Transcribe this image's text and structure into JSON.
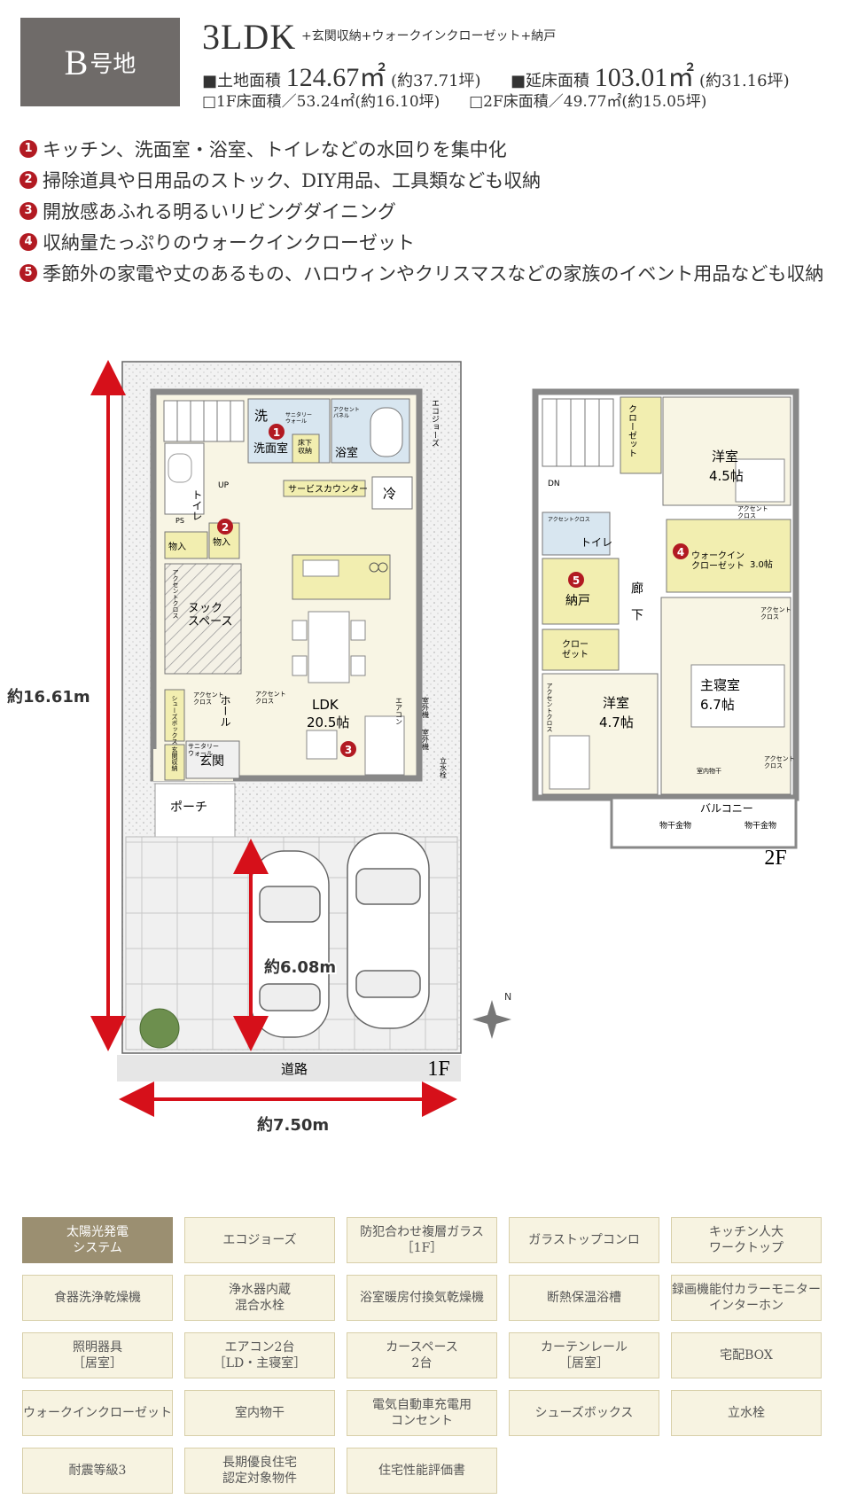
{
  "header": {
    "lot_label": "B",
    "lot_suffix": "号地",
    "plan_type": "3LDK",
    "plan_extra": "+玄関収納+ウォークインクローゼット+納戸",
    "land_label": "■土地面積",
    "land_value": "124.67㎡",
    "land_tsubo": "(約37.71坪)",
    "floor_label": "■延床面積",
    "floor_value": "103.01㎡",
    "floor_tsubo": "(約31.16坪)",
    "f1_area": "□1F床面積／53.24㎡(約16.10坪)",
    "f2_area": "□2F床面積／49.77㎡(約15.05坪)"
  },
  "features": [
    {
      "num": "1",
      "text": "キッチン、洗面室・浴室、トイレなどの水回りを集中化"
    },
    {
      "num": "2",
      "text": "掃除道具や日用品のストック、DIY用品、工具類なども収納"
    },
    {
      "num": "3",
      "text": "開放感あふれる明るいリビングダイニング"
    },
    {
      "num": "4",
      "text": "収納量たっぷりのウォークインクローゼット"
    },
    {
      "num": "5",
      "text": "季節外の家電や丈のあるもの、ハロウィンやクリスマスなどの家族のイベント用品なども収納"
    }
  ],
  "plan1f": {
    "depth": "約16.61m",
    "width": "約7.50m",
    "parking": "約6.08m",
    "road": "道路",
    "floor": "1F",
    "rooms": {
      "wash_mark": "洗",
      "senmen": "洗面室",
      "yokushitsu": "浴室",
      "yukashita": "床下\n収納",
      "sanitary": "サニタリー\nウォール",
      "accent_panel": "アクセント\nパネル",
      "ecojoz": "エコジョーズ",
      "service_counter": "サービスカウンター",
      "fridge": "冷",
      "toilet": "トイレ",
      "up": "UP",
      "ps": "PS",
      "monoire1": "物入",
      "monoire2": "物入",
      "nook": "ヌック\nスペース",
      "accent_cross1": "アクセントクロス",
      "ldk": "LDK",
      "ldk_size": "20.5帖",
      "accent_cross2": "アクセント\nクロス",
      "accent_cross3": "アクセント\nクロス",
      "hall": "ホール",
      "shoes_box": "シューズボックス",
      "sanitary2": "サニタリー\nウォール",
      "genkan_storage": "玄関収納",
      "genkan": "玄関",
      "porch": "ポーチ",
      "aircon": "エアコン",
      "outdoor1": "室外機",
      "outdoor2": "室外機",
      "tachisuisen": "立水栓"
    },
    "markers": [
      "1",
      "2",
      "3"
    ]
  },
  "plan2f": {
    "floor": "2F",
    "rooms": {
      "closet1": "クローゼット",
      "youshitsu1": "洋室",
      "youshitsu1_size": "4.5帖",
      "accent_cross1": "アクセント\nクロス",
      "dn": "DN",
      "toilet": "トイレ",
      "accent_cross_t": "アクセントクロス",
      "wic": "ウォークイン\nクローゼット",
      "wic_size": "3.0帖",
      "nando": "納戸",
      "rouka": "廊\n下",
      "closet2": "クロー\nゼット",
      "accent_cross2": "アクセント\nクロス",
      "shushinshitsu": "主寝室",
      "shushinshitsu_size": "6.7帖",
      "youshitsu2": "洋室",
      "youshitsu2_size": "4.7帖",
      "accent_cross3": "アクセントクロス",
      "accent_cross4": "アクセント\nクロス",
      "naibutsuhoshi": "室内物干",
      "balcony": "バルコニー",
      "hoshikanamono1": "物干金物",
      "hoshikanamono2": "物干金物"
    },
    "markers": [
      "4",
      "5"
    ]
  },
  "equipment": [
    {
      "label": "太陽光発電\nシステム",
      "active": true
    },
    {
      "label": "エコジョーズ",
      "active": false
    },
    {
      "label": "防犯合わせ複層ガラス\n［1F］",
      "active": false
    },
    {
      "label": "ガラストップコンロ",
      "active": false
    },
    {
      "label": "キッチン人大\nワークトップ",
      "active": false
    },
    {
      "label": "食器洗浄乾燥機",
      "active": false
    },
    {
      "label": "浄水器内蔵\n混合水栓",
      "active": false
    },
    {
      "label": "浴室暖房付換気乾燥機",
      "active": false
    },
    {
      "label": "断熱保温浴槽",
      "active": false
    },
    {
      "label": "録画機能付カラーモニター\nインターホン",
      "active": false
    },
    {
      "label": "照明器具\n［居室］",
      "active": false
    },
    {
      "label": "エアコン2台\n［LD・主寝室］",
      "active": false
    },
    {
      "label": "カースペース\n2台",
      "active": false
    },
    {
      "label": "カーテンレール\n［居室］",
      "active": false
    },
    {
      "label": "宅配BOX",
      "active": false
    },
    {
      "label": "ウォークインクローゼット",
      "active": false
    },
    {
      "label": "室内物干",
      "active": false
    },
    {
      "label": "電気自動車充電用\nコンセント",
      "active": false
    },
    {
      "label": "シューズボックス",
      "active": false
    },
    {
      "label": "立水栓",
      "active": false
    },
    {
      "label": "耐震等級3",
      "active": false
    },
    {
      "label": "長期優良住宅\n認定対象物件",
      "active": false
    },
    {
      "label": "住宅性能評価書",
      "active": false
    }
  ],
  "colors": {
    "accent_red": "#b21a22",
    "badge_gray": "#6f6b69",
    "wall": "#8c8c8c",
    "floor_ldk": "#f8f5e4",
    "storage_yellow": "#f2eeb0",
    "wet_blue": "#d8e6f0",
    "cell_bg": "#f7f3e1",
    "cell_active": "#9b8f71"
  }
}
